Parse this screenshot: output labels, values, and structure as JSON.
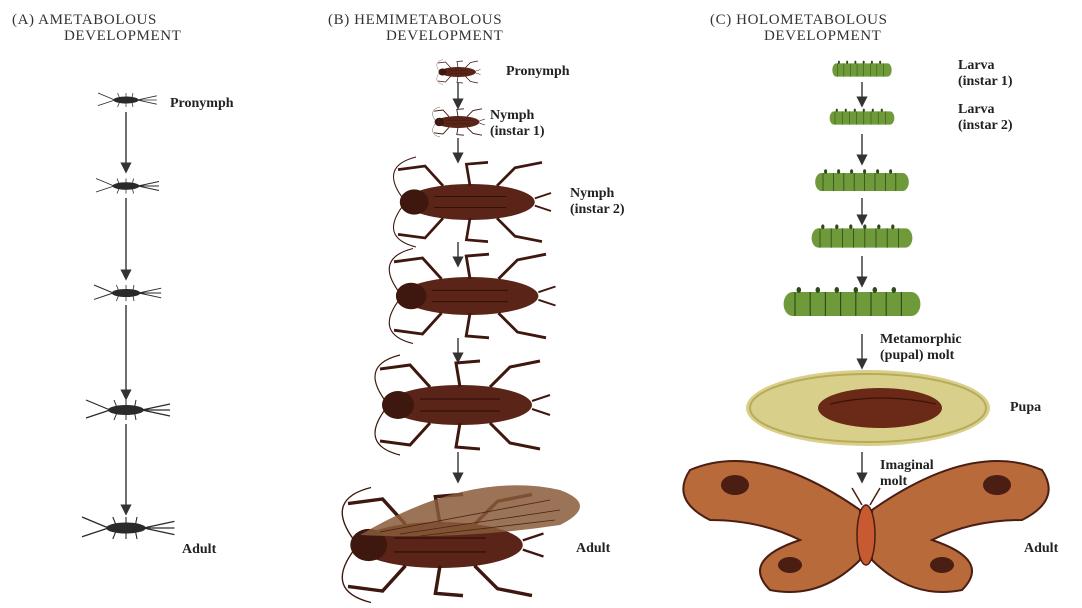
{
  "columns": [
    {
      "title_prefix": "(A)",
      "title_line1": "AMETABOLOUS",
      "title_line2": "DEVELOPMENT",
      "labels": {
        "first": "Pronymph",
        "last": "Adult"
      }
    },
    {
      "title_prefix": "(B)",
      "title_line1": "HEMIMETABOLOUS",
      "title_line2": "DEVELOPMENT",
      "labels": {
        "pronymph": "Pronymph",
        "nymph1_a": "Nymph",
        "nymph1_b": "(instar 1)",
        "nymph2_a": "Nymph",
        "nymph2_b": "(instar 2)",
        "adult": "Adult"
      }
    },
    {
      "title_prefix": "(C)",
      "title_line1": "HOLOMETABOLOUS",
      "title_line2": "DEVELOPMENT",
      "labels": {
        "larva1_a": "Larva",
        "larva1_b": "(instar 1)",
        "larva2_a": "Larva",
        "larva2_b": "(instar 2)",
        "molt_a": "Metamorphic",
        "molt_b": "(pupal) molt",
        "pupa": "Pupa",
        "imaginal_a": "Imaginal",
        "imaginal_b": "molt",
        "adult": "Adult"
      }
    }
  ],
  "colors": {
    "silverfish": "#2a2a2a",
    "cockroach": "#5a2418",
    "caterpillar": "#6f9a3a",
    "caterpillar_dark": "#2e4a1a",
    "pupa_case": "#d8cf8a",
    "pupa": "#6b2a18",
    "moth_wing": "#b86a3a",
    "moth_dark": "#4a1e12",
    "arrow": "#333333"
  }
}
